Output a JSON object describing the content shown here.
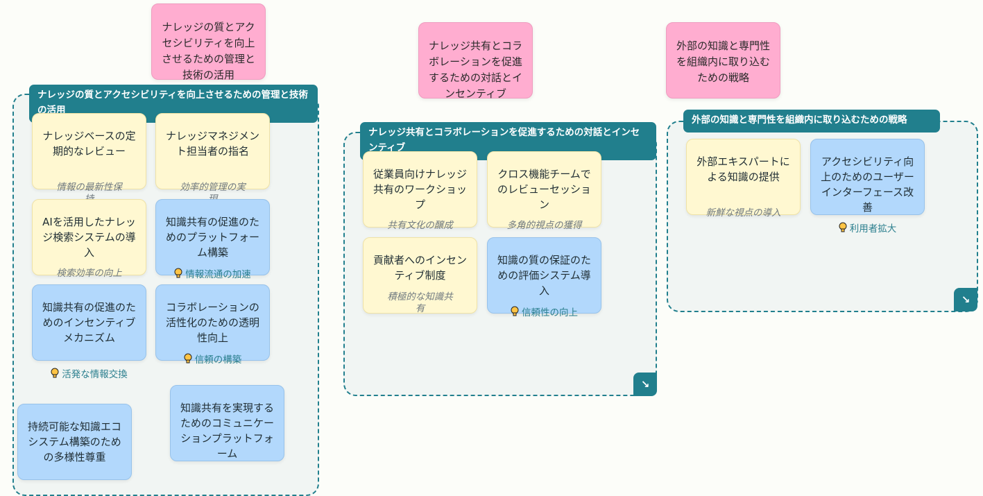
{
  "roots": [
    {
      "label": "ナレッジの質とアクセシビリティを向上させるための管理と技術の活用"
    },
    {
      "label": "ナレッジ共有とコラボレーションを促進するための対話とインセンティブ"
    },
    {
      "label": "外部の知識と専門性を組織内に取り込むための戦略"
    }
  ],
  "groups": [
    {
      "title": "ナレッジの質とアクセシビリティを向上させるための管理と技術の活用",
      "cards": [
        {
          "label": "ナレッジベースの定期的なレビュー",
          "note": "情報の最新性保持",
          "note_type": "outcome",
          "color": "yellow"
        },
        {
          "label": "ナレッジマネジメント担当者の指名",
          "note": "効率的管理の実現",
          "note_type": "outcome",
          "color": "yellow"
        },
        {
          "label": "AIを活用したナレッジ検索システムの導入",
          "note": "検索効率の向上",
          "note_type": "outcome",
          "color": "yellow"
        },
        {
          "label": "知識共有の促進のためのプラットフォーム構築",
          "note": "情報流通の加速",
          "note_type": "insight",
          "color": "blue"
        },
        {
          "label": "知識共有の促進のためのインセンティブメカニズム",
          "note": "活発な情報交換",
          "note_type": "insight",
          "color": "blue"
        },
        {
          "label": "コラボレーションの活性化のための透明性向上",
          "note": "信頼の構築",
          "note_type": "insight",
          "color": "blue"
        },
        {
          "label": "持続可能な知識エコシステム構築のための多様性尊重",
          "note": "",
          "note_type": "none",
          "color": "blue"
        },
        {
          "label": "知識共有を実現するためのコミュニケーションプラットフォーム",
          "note": "",
          "note_type": "none",
          "color": "blue"
        }
      ]
    },
    {
      "title": "ナレッジ共有とコラボレーションを促進するための対話とインセンティブ",
      "cards": [
        {
          "label": "従業員向けナレッジ共有のワークショップ",
          "note": "共有文化の醸成",
          "note_type": "outcome",
          "color": "yellow"
        },
        {
          "label": "クロス機能チームでのレビューセッション",
          "note": "多角的視点の獲得",
          "note_type": "outcome",
          "color": "yellow"
        },
        {
          "label": "貢献者へのインセンティブ制度",
          "note": "積極的な知識共有",
          "note_type": "outcome",
          "color": "yellow"
        },
        {
          "label": "知識の質の保証のための評価システム導入",
          "note": "信頼性の向上",
          "note_type": "insight",
          "color": "blue"
        }
      ]
    },
    {
      "title": "外部の知識と専門性を組織内に取り込むための戦略",
      "cards": [
        {
          "label": "外部エキスパートによる知識の提供",
          "note": "新鮮な視点の導入",
          "note_type": "outcome",
          "color": "yellow"
        },
        {
          "label": "アクセシビリティ向上のためのユーザーインターフェース改善",
          "note": "利用者拡大",
          "note_type": "insight",
          "color": "blue"
        }
      ]
    }
  ],
  "icons": {
    "insight": "lightbulb-icon",
    "expand": "expand-arrow-icon",
    "expand_glyph": "↘"
  },
  "colors": {
    "root": "#ffadd0",
    "group_accent": "#217f8d",
    "card_yellow": "#fff8d1",
    "card_blue": "#b2d8fc",
    "insight_text": "#2b7f8e"
  }
}
